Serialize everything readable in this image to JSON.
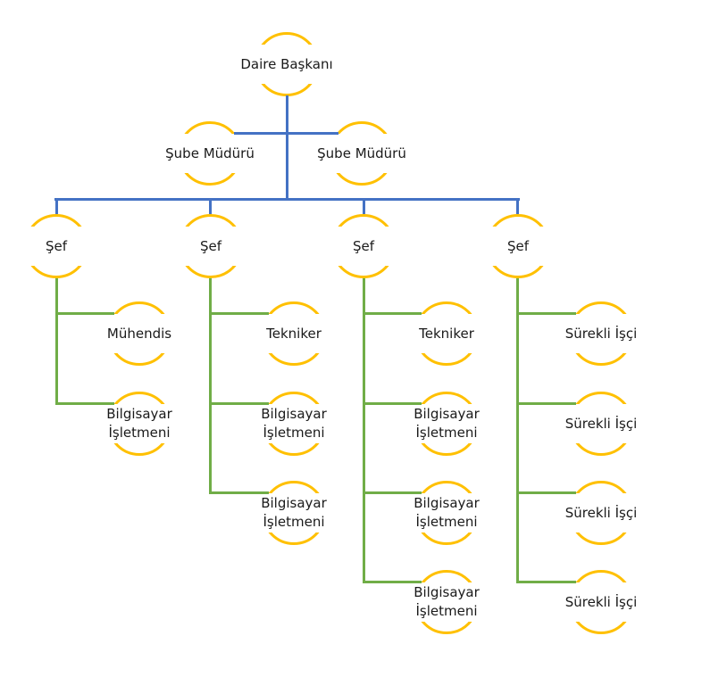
{
  "diagram": {
    "type": "org-chart",
    "root": {
      "label": "Daire Başkanı"
    },
    "managers": [
      {
        "label": "Şube Müdürü"
      },
      {
        "label": "Şube Müdürü"
      }
    ],
    "chiefs": [
      {
        "label": "Şef"
      },
      {
        "label": "Şef"
      },
      {
        "label": "Şef"
      },
      {
        "label": "Şef"
      }
    ],
    "teams": [
      {
        "members": [
          {
            "line1": "Mühendis"
          },
          {
            "line1": "Bilgisayar",
            "line2": "İşletmeni"
          }
        ]
      },
      {
        "members": [
          {
            "line1": "Tekniker"
          },
          {
            "line1": "Bilgisayar",
            "line2": "İşletmeni"
          },
          {
            "line1": "Bilgisayar",
            "line2": "İşletmeni"
          }
        ]
      },
      {
        "members": [
          {
            "line1": "Tekniker"
          },
          {
            "line1": "Bilgisayar",
            "line2": "İşletmeni"
          },
          {
            "line1": "Bilgisayar",
            "line2": "İşletmeni"
          },
          {
            "line1": "Bilgisayar",
            "line2": "İşletmeni"
          }
        ]
      },
      {
        "members": [
          {
            "line1": "Sürekli İşçi"
          },
          {
            "line1": "Sürekli İşçi"
          },
          {
            "line1": "Sürekli İşçi"
          },
          {
            "line1": "Sürekli İşçi"
          }
        ]
      }
    ],
    "colors": {
      "ring": "#FFC000",
      "blue": "#4472C4",
      "green": "#70AD47",
      "text": "#1A1A1A"
    }
  }
}
